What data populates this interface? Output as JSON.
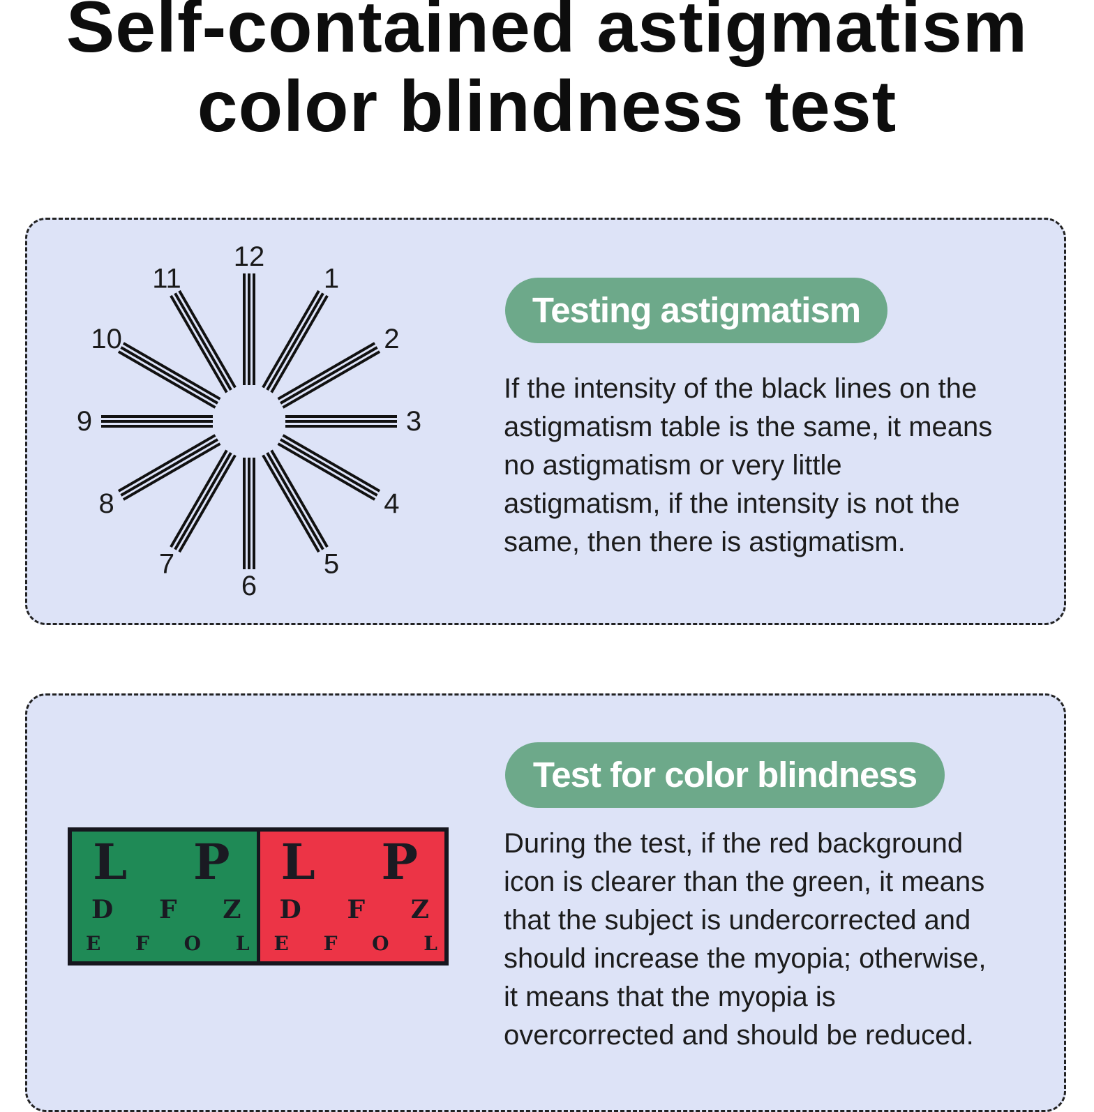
{
  "page": {
    "title_lines": [
      "Self-contained astigmatism",
      "color blindness test"
    ]
  },
  "astigmatism": {
    "heading": "Testing astigmatism",
    "text_lines": [
      "If the intensity of the black lines on the",
      "astigmatism table is the same, it means",
      "no astigmatism or very little",
      "astigmatism, if the intensity is not the",
      "same, then there is astigmatism."
    ],
    "dial_labels": [
      "12",
      "1",
      "2",
      "3",
      "4",
      "5",
      "6",
      "7",
      "8",
      "9",
      "10",
      "11"
    ]
  },
  "color_blindness": {
    "heading": "Test for color blindness",
    "text_lines": [
      "During the test, if the red background",
      "icon is clearer than the green, it means",
      "that the subject is undercorrected and",
      "should increase the myopia; otherwise,",
      "it means that the myopia is",
      "overcorrected and should be reduced."
    ],
    "chart": {
      "green_panel": {
        "row1": [
          "L",
          "P"
        ],
        "row2": [
          "D",
          "F",
          "Z"
        ],
        "row3": [
          "E",
          "F",
          "O",
          "L"
        ]
      },
      "red_panel": {
        "row1": [
          "L",
          "P"
        ],
        "row2": [
          "D",
          "F",
          "Z"
        ],
        "row3": [
          "E",
          "F",
          "O",
          "L"
        ]
      }
    }
  },
  "colors": {
    "card_background": "#dde3f7",
    "pill_green": "#6da98a",
    "chart_green": "#1f8a56",
    "chart_red": "#ec3446"
  }
}
